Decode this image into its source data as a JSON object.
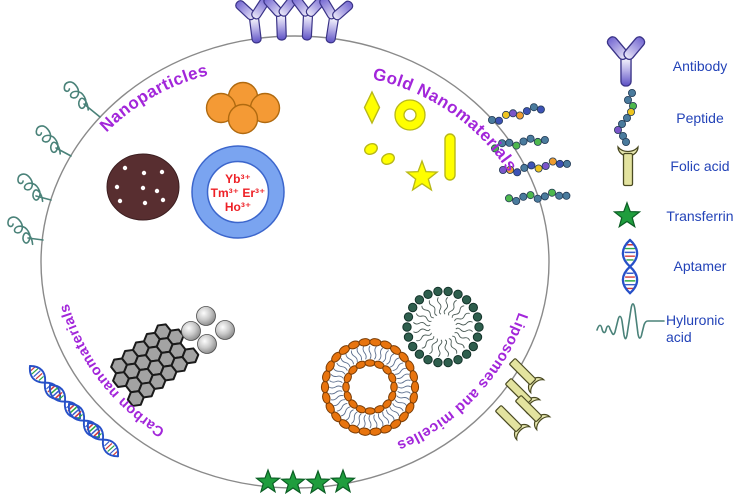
{
  "figure": {
    "type": "scientific-diagram",
    "description": "Nanomaterial classes inside a spherical carrier with surface targeting ligands",
    "section_labels": {
      "nanoparticles": "Nanoparticles",
      "gold_nanomaterials": "Gold Nanomaterials",
      "carbon_nanomaterials": "Carbon nanomaterials",
      "liposomes_micelles": "Liposomes and micelles"
    },
    "upconversion_ions": {
      "line1": "Yb³⁺",
      "line2": "Tm³⁺ Er³⁺",
      "line3": "Ho³⁺"
    },
    "surface_ligands": [
      {
        "name": "antibody",
        "count": 4,
        "position": "top"
      },
      {
        "name": "peptide",
        "count": 4,
        "position": "right"
      },
      {
        "name": "folic-acid",
        "count": 4,
        "position": "bottom-right"
      },
      {
        "name": "transferrin",
        "count": 4,
        "position": "bottom"
      },
      {
        "name": "aptamer",
        "count": 4,
        "position": "bottom-left"
      },
      {
        "name": "hyaluronic-acid",
        "count": 4,
        "position": "upper-left"
      }
    ],
    "colors": {
      "section_label_purple": "#a226da",
      "legend_text_blue": "#2343b8",
      "ion_red": "#ee2026",
      "membrane_gray": "#8a8a8a",
      "gold_yellow": "#ffff00",
      "nanoparticle_orange": "#f49a35",
      "doped_particle_brown": "#582e30",
      "upconversion_ring_blue": "#7aa4f0",
      "carbon_gray": "#a3a3a3",
      "liposome_orange": "#e8740e",
      "micelle_green": "#2e5e4d",
      "antibody_purple": "#564ac2",
      "transferrin_green": "#1f9d3d",
      "aptamer_blue": "#2750c8",
      "folic_khaki": "#e6e6aa",
      "hyaluronic_teal": "#4a8279"
    }
  },
  "legend": {
    "items": [
      {
        "label": "Antibody",
        "icon": "antibody-icon"
      },
      {
        "label": "Peptide",
        "icon": "peptide-icon"
      },
      {
        "label": "Folic acid",
        "icon": "folic-acid-icon"
      },
      {
        "label": "Transferrin",
        "icon": "transferrin-icon"
      },
      {
        "label": "Aptamer",
        "icon": "aptamer-icon"
      },
      {
        "label": "Hyluronic acid",
        "icon": "hyaluronic-acid-icon",
        "lines": [
          "Hyluronic",
          "acid"
        ]
      }
    ]
  }
}
